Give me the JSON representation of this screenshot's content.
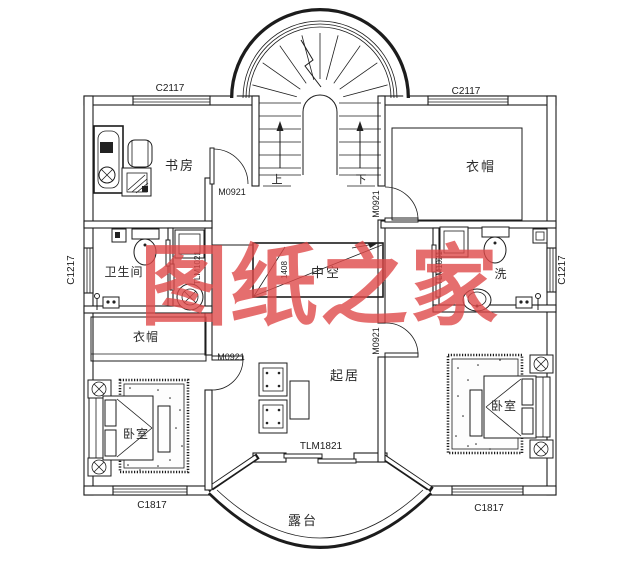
{
  "canvas": {
    "line_color": "#1c1c1c",
    "bg_color": "#ffffff"
  },
  "watermark": {
    "text": "图纸之家",
    "color": "#df4a4a"
  },
  "rooms": {
    "study": "书房",
    "closet_top_right": "衣帽",
    "closet_bottom_left": "衣帽",
    "bathroom": "卫生间",
    "wash": "洗",
    "void": "中空",
    "living": "起居",
    "bedroom_left": "卧室",
    "bedroom_right": "卧室",
    "terrace": "露台"
  },
  "stairs": {
    "up_label": "上",
    "down_label": "下"
  },
  "openings": {
    "window_top_left": "C2117",
    "window_top_right": "C2117",
    "window_left": "C1217",
    "window_right": "C1217",
    "window_bottom_left": "C1817",
    "window_bottom_right": "C1817",
    "door_study": "M0921",
    "door_closet_top_right": "M0921",
    "door_bedroom_right": "M0921",
    "door_bedroom_left": "M0921",
    "shower_door_left": "TLM1021",
    "shower_door_right": "TLM1021",
    "terrace_door": "TLM1821",
    "void_dimension": "1408"
  }
}
